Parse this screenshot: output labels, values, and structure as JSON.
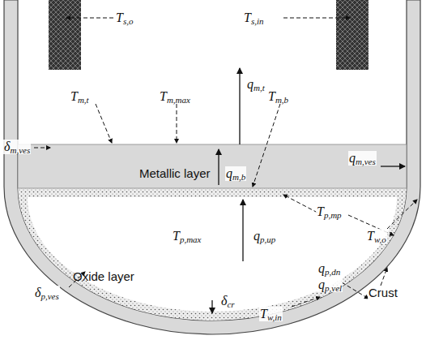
{
  "diagram": {
    "nodes": [
      {
        "text": [
          "Metallic layer"
        ]
      },
      {
        "text": [
          "Oxide layer"
        ]
      }
    ],
    "labels": [
      "Ts,o",
      "Ts,in",
      "Tm,t",
      "Tm,max",
      "qm,t",
      "δm,ves",
      "Tm,b",
      "qm,b",
      "qm,ves",
      "Tw,o",
      "Tp,max",
      "qp,up",
      "Tp,mp",
      "qp,dn",
      "qp,vel",
      "Crust",
      "δp,ves",
      "δcr",
      "Tw,in"
    ]
  }
}
